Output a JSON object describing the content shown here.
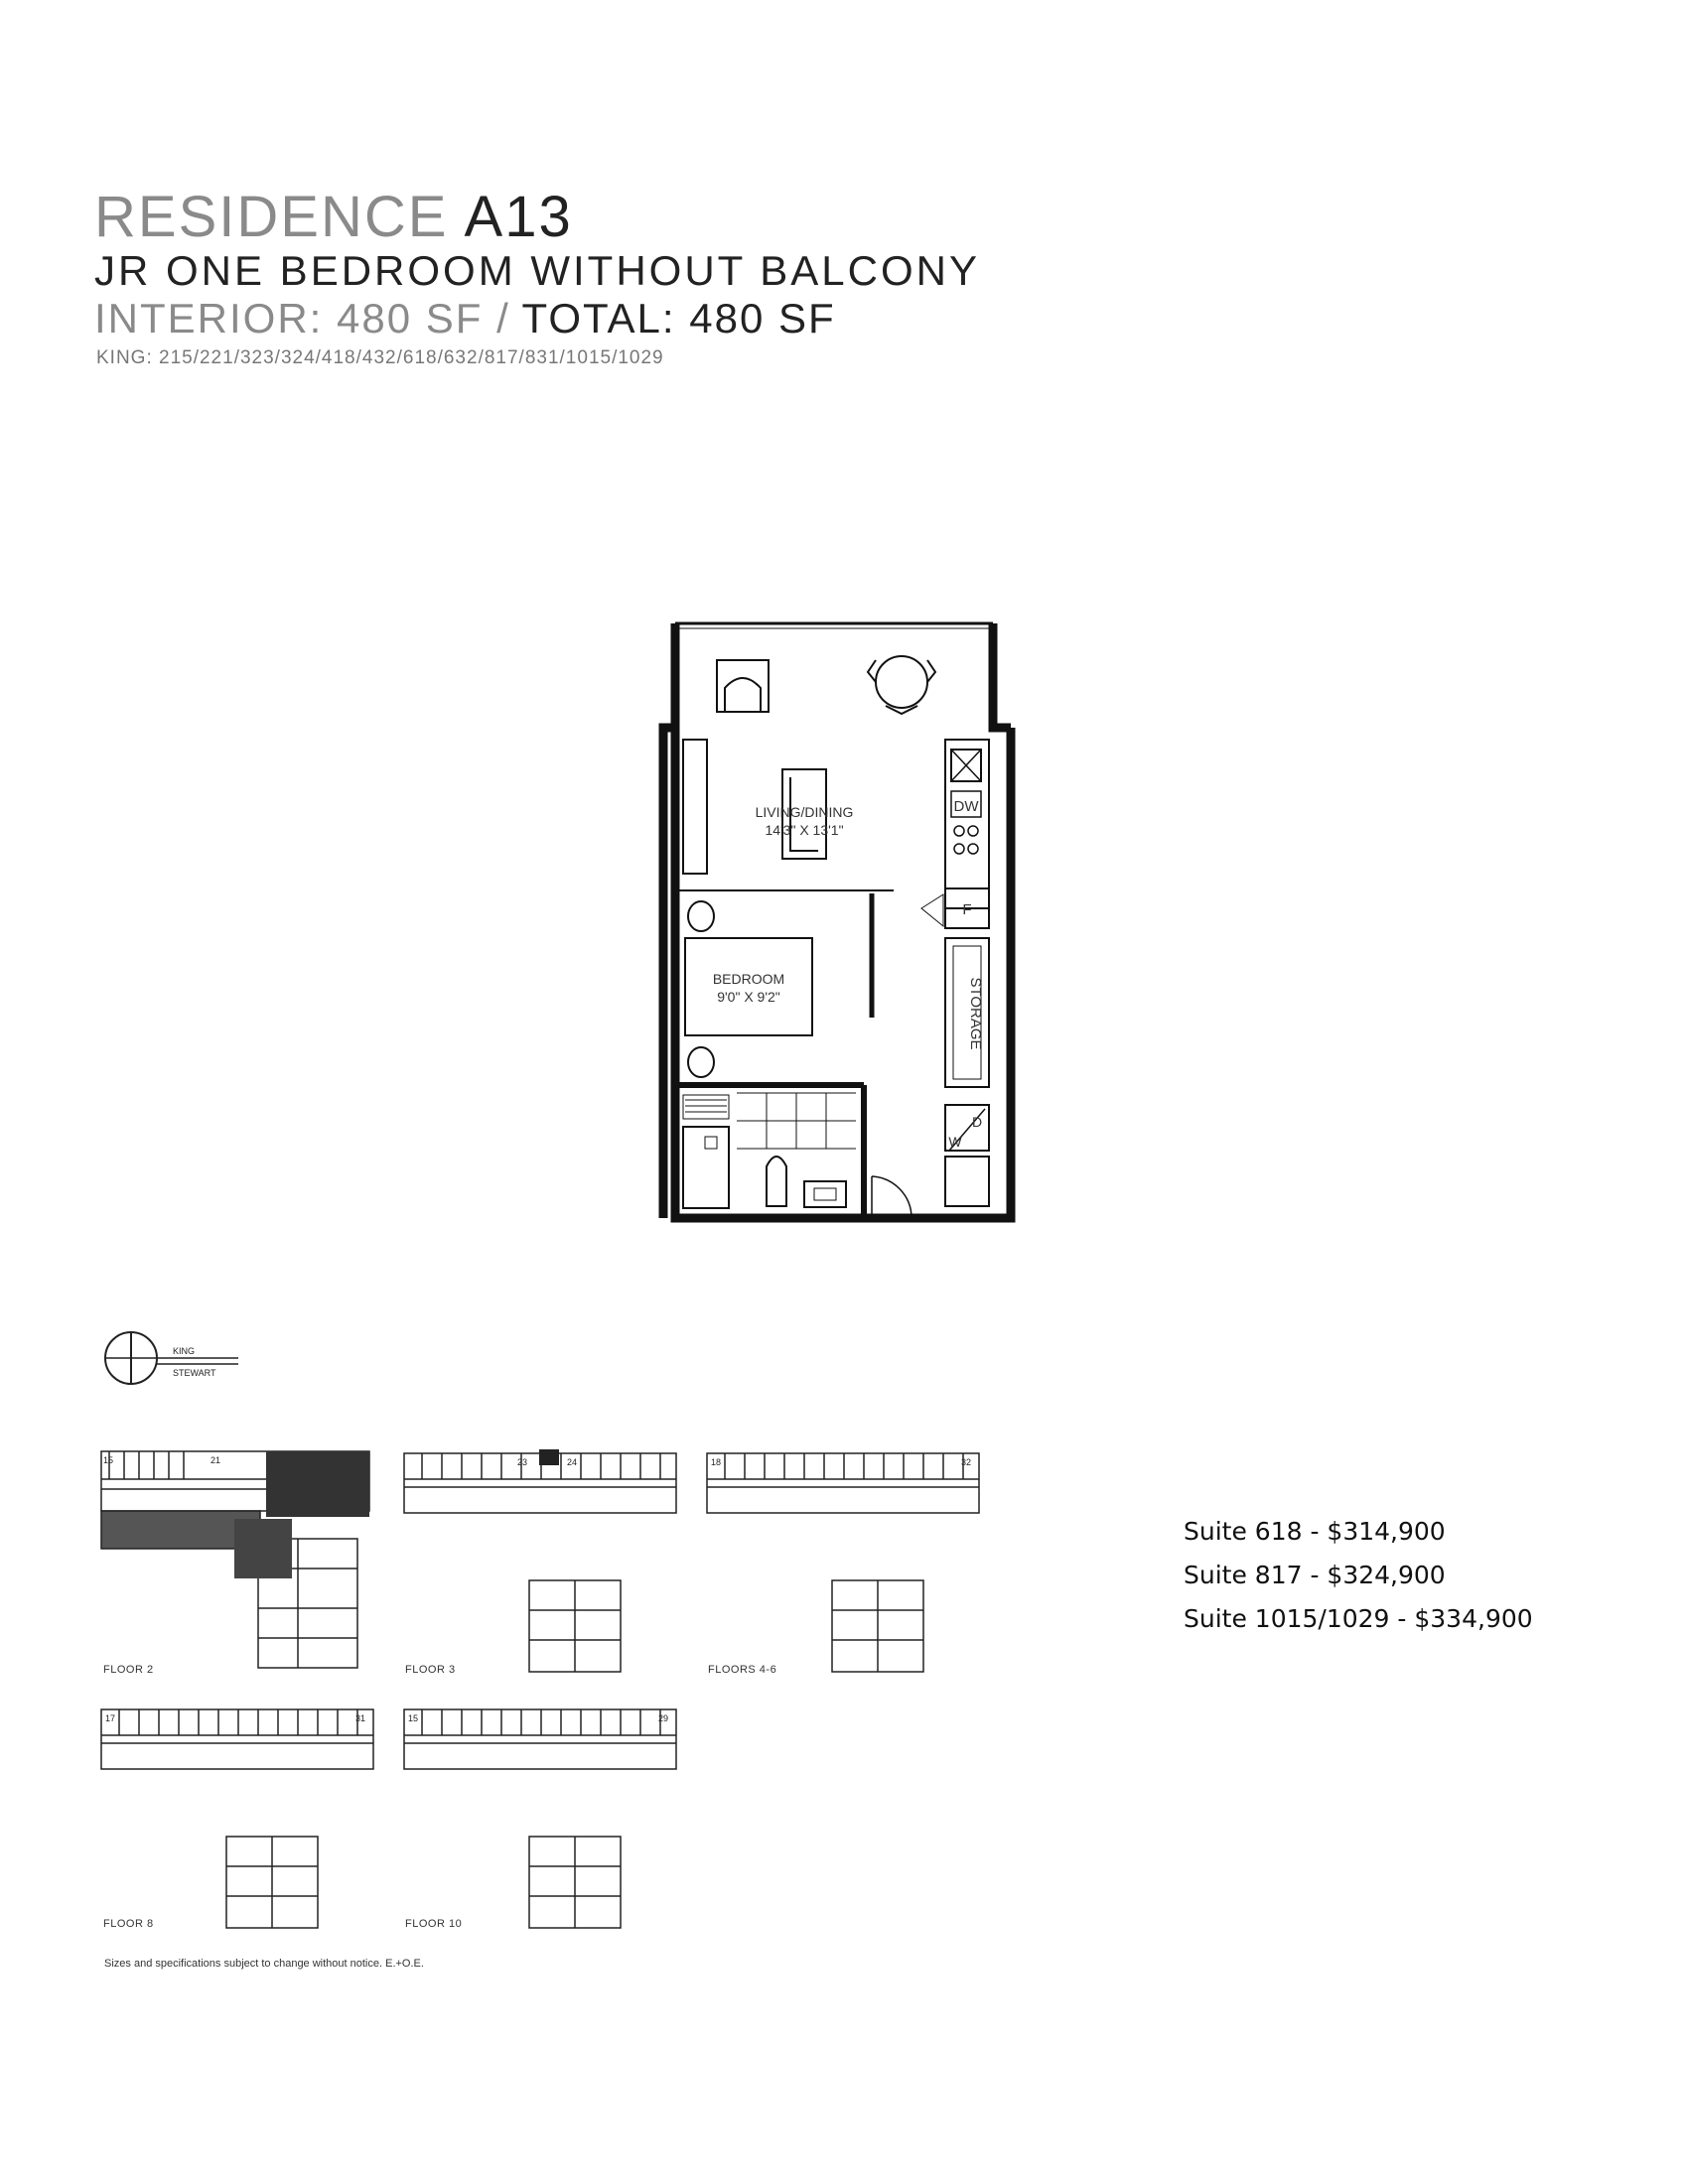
{
  "header": {
    "residence_word": "RESIDENCE",
    "residence_code": "A13",
    "subtitle": "JR ONE BEDROOM WITHOUT BALCONY",
    "interior_label": "INTERIOR: 480 SF /",
    "total_label": "TOTAL: 480 SF",
    "king_units": "KING: 215/221/323/324/418/432/618/632/817/831/1015/1029"
  },
  "plan": {
    "living_label": "LIVING/DINING",
    "living_dims": "14'3\" X 13'1\"",
    "bedroom_label": "BEDROOM",
    "bedroom_dims": "9'0\" X 9'2\"",
    "dw_label": "DW",
    "fridge_label": "F",
    "storage_label": "STORAGE",
    "dryer_label": "D",
    "washer_label": "W"
  },
  "compass": {
    "north": "N",
    "street_top": "KING",
    "street_bottom": "STEWART"
  },
  "keyplates": [
    {
      "label": "FLOOR 2",
      "num_left": "15",
      "num_right": "21"
    },
    {
      "label": "FLOOR 3",
      "num_left": "23",
      "num_right": "24"
    },
    {
      "label": "FLOORS 4-6",
      "num_left": "18",
      "num_right": "32"
    },
    {
      "label": "FLOOR 8",
      "num_left": "17",
      "num_right": "31"
    },
    {
      "label": "FLOOR 10",
      "num_left": "15",
      "num_right": "29"
    }
  ],
  "disclaimer": "Sizes and specifications subject to change without notice. E.+O.E.",
  "prices": [
    "Suite 618 - $314,900",
    "Suite 817 - $324,900",
    "Suite 1015/1029 - $334,900"
  ]
}
